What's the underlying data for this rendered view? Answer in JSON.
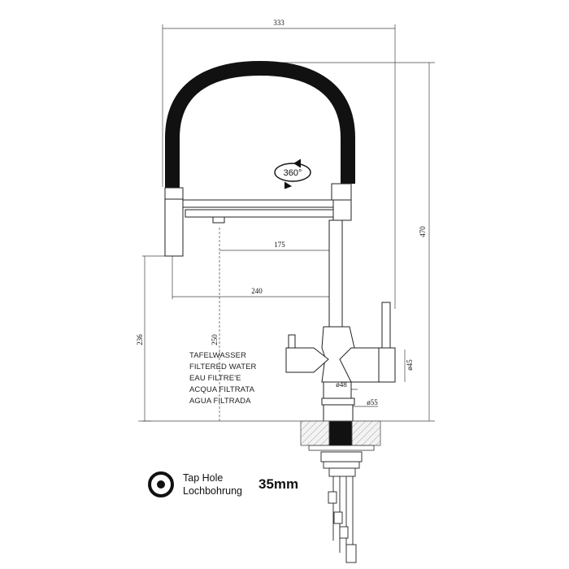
{
  "dimensions": {
    "overall_width": "333",
    "overall_height": "470",
    "spout_reach_inner": "175",
    "spout_reach_outer": "240",
    "spout_height": "250",
    "body_height": "236",
    "body_diameter": "ø48",
    "handle_diameter": "ø45",
    "base_diameter": "ø55"
  },
  "rotation_label": "360°",
  "filtered_water_labels": [
    "TAFELWASSER",
    "FILTERED WATER",
    "EAU FILTRE'E",
    "ACQUA FILTRATA",
    "AGUA FILTRADA"
  ],
  "tap_hole": {
    "label_en": "Tap Hole",
    "label_de": "Lochbohrung",
    "size": "35mm"
  }
}
